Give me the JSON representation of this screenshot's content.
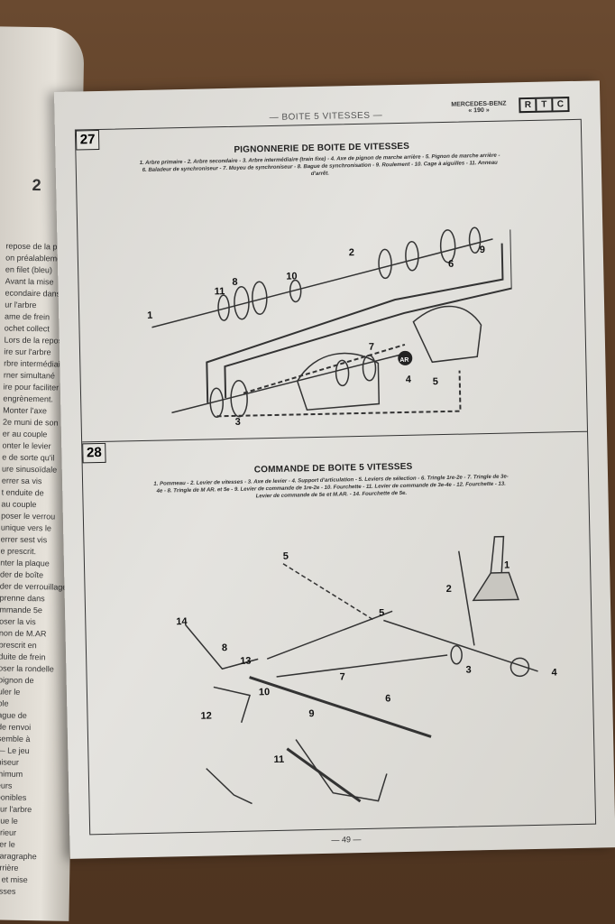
{
  "left_page": {
    "fragments": [
      "2",
      "repose de la pignon",
      "on préalablement",
      "en filet (bleu)",
      "Avant la mise",
      "econdaire dans",
      "ur l'arbre",
      "ame de frein",
      "ochet collect",
      "Lors de la repose",
      "ire sur l'arbre",
      "rbre intermédiaire",
      "rner simultané",
      "ire pour faciliter",
      "engrènement.",
      "Monter l'axe",
      "2e muni de son",
      "er au couple",
      "onter le levier",
      "e de sorte qu'il",
      "ure sinusoïdale",
      "errer sa vis",
      "t enduite de",
      "au couple",
      "poser le verrou",
      "unique vers le",
      "errer sest vis",
      "e prescrit.",
      "nter la plaque",
      "der de boîte",
      "der de verrouillage",
      "prenne dans",
      "mmande 5e",
      "oser la vis",
      "non de M.AR",
      "prescrit en",
      "duite de frein",
      "oser la rondelle",
      "pignon de",
      "uler le",
      "ble",
      "ague de",
      "de renvoi",
      "semble à",
      "— Le jeu",
      "niseur",
      "inimum",
      "eurs",
      "ponibles",
      "sur l'arbre",
      "que le",
      "érieur",
      "ser le",
      "paragraphe",
      "arrière",
      "e et mise",
      "esses"
    ]
  },
  "header": {
    "section_title": "— BOITE 5 VITESSES —",
    "brand": "MERCEDES-BENZ",
    "model": "« 190 »",
    "logo_letters": [
      "R",
      "T",
      "C"
    ]
  },
  "figure27": {
    "number": "27",
    "title": "PIGNONNERIE DE BOITE DE VITESSES",
    "legend": "1. Arbre primaire - 2. Arbre secondaire - 3. Arbre intermédiaire (train fixe) - 4. Axe de pignon de marche arrière - 5. Pignon de marche arrière - 6. Baladeur de synchroniseur - 7. Moyeu de synchroniseur - 8. Bague de synchronisation - 9. Roulement - 10. Cage à aiguilles - 11. Anneau d'arrêt.",
    "callouts": [
      "1",
      "2",
      "3",
      "4",
      "5",
      "6",
      "7",
      "8",
      "9",
      "10",
      "11",
      "AR"
    ]
  },
  "figure28": {
    "number": "28",
    "title": "COMMANDE DE BOITE 5 VITESSES",
    "legend": "1. Pommeau - 2. Levier de vitesses - 3. Axe de levier - 4. Support d'articulation - 5. Leviers de sélection - 6. Tringle 1re-2e - 7. Tringle de 3e-4e - 8. Tringle de M AR. et 5e - 9. Levier de commande de 1re-2e - 10. Fourchette - 11. Levier de commande de 3e-4e - 12. Fourchette - 13. Levier de commande de 5e et M.AR. - 14. Fourchette de 5e.",
    "callouts": [
      "1",
      "2",
      "3",
      "4",
      "5",
      "5",
      "6",
      "7",
      "8",
      "9",
      "10",
      "11",
      "12",
      "13",
      "14"
    ]
  },
  "footer": {
    "page_number": "— 49 —"
  }
}
